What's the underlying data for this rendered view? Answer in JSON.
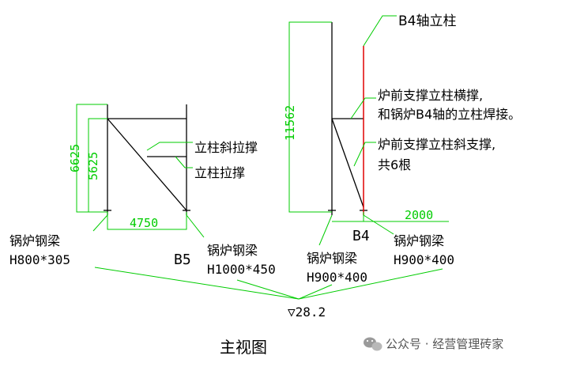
{
  "colors": {
    "structure": "#000000",
    "dimension": "#00cc00",
    "highlight": "#e00000",
    "watermark": "#555555"
  },
  "dimensions": {
    "left_height_outer": "6625",
    "left_height_inner": "5625",
    "left_width": "4750",
    "right_height": "11562",
    "right_offset": "2000"
  },
  "labels": {
    "column_diagonal_brace": "立柱斜拉撑",
    "column_brace": "立柱拉撑",
    "b4_column": "B4轴立柱",
    "front_cross_brace_line1": "炉前支撑立柱横撑,",
    "front_cross_brace_line2": "和锅炉B4轴的立柱焊接。",
    "front_diagonal_brace_line1": "炉前支撑立柱斜支撑,",
    "front_diagonal_brace_line2": "共6根",
    "axis_b5": "B5",
    "axis_b4": "B4",
    "beam1_name": "锅炉钢梁",
    "beam1_size": "H800*305",
    "beam2_name": "锅炉钢梁",
    "beam2_size": "H1000*450",
    "beam3_name": "锅炉钢梁",
    "beam3_size": "H900*400",
    "beam4_name": "锅炉钢梁",
    "beam4_size": "H900*400",
    "elevation": "▽28.2"
  },
  "caption": "主视图",
  "watermark": {
    "icon": "wechat-icon",
    "text": "公众号 · 经营管理砖家"
  }
}
